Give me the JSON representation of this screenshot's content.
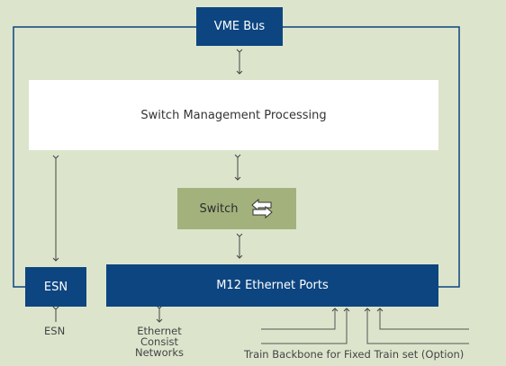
{
  "blocks": {
    "vme_bus": "VME Bus",
    "switch_management": "Switch Management Processing",
    "switch": "Switch",
    "esn": "ESN",
    "m12_ports": "M12 Ethernet Ports"
  },
  "labels": {
    "esn_below": "ESN",
    "ethernet_consist": [
      "Ethernet",
      "Consist",
      "Networks"
    ],
    "train_backbone": "Train Backbone for Fixed Train set (Option)"
  },
  "colors": {
    "background": "#dce5cc",
    "navy": "#0d4580",
    "switch_fill": "#a3b27c",
    "line": "#555555"
  },
  "icons": {
    "switch": "switch-arrows-icon",
    "arrows": "double-headed-arrow"
  }
}
